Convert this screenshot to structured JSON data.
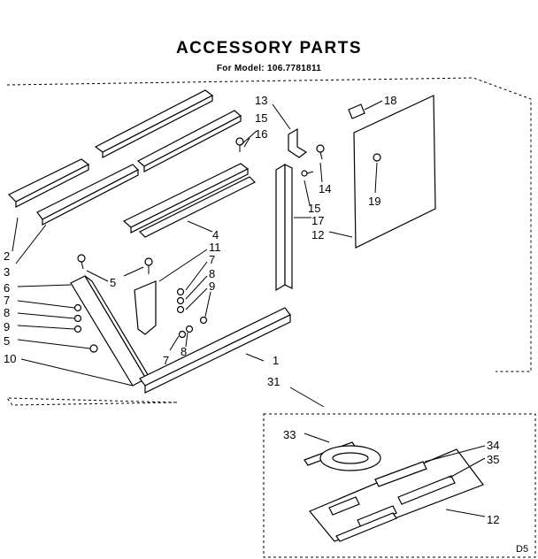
{
  "header": {
    "title": "ACCESSORY PARTS",
    "model_line": "For Model:  106.7781811"
  },
  "callouts": {
    "c1": "1",
    "c2": "2",
    "c3": "3",
    "c4": "4",
    "c5a": "5",
    "c5b": "5",
    "c6": "6",
    "c7a": "7",
    "c7b": "7",
    "c7c": "7",
    "c8a": "8",
    "c8b": "8",
    "c8c": "8",
    "c9a": "9",
    "c9b": "9",
    "c10": "10",
    "c11": "11",
    "c12a": "12",
    "c12b": "12",
    "c13": "13",
    "c14": "14",
    "c15a": "15",
    "c15b": "15",
    "c16": "16",
    "c17": "17",
    "c18": "18",
    "c19": "19",
    "c31": "31",
    "c33": "33",
    "c34": "34",
    "c35": "35"
  },
  "diagram_code": "D5"
}
